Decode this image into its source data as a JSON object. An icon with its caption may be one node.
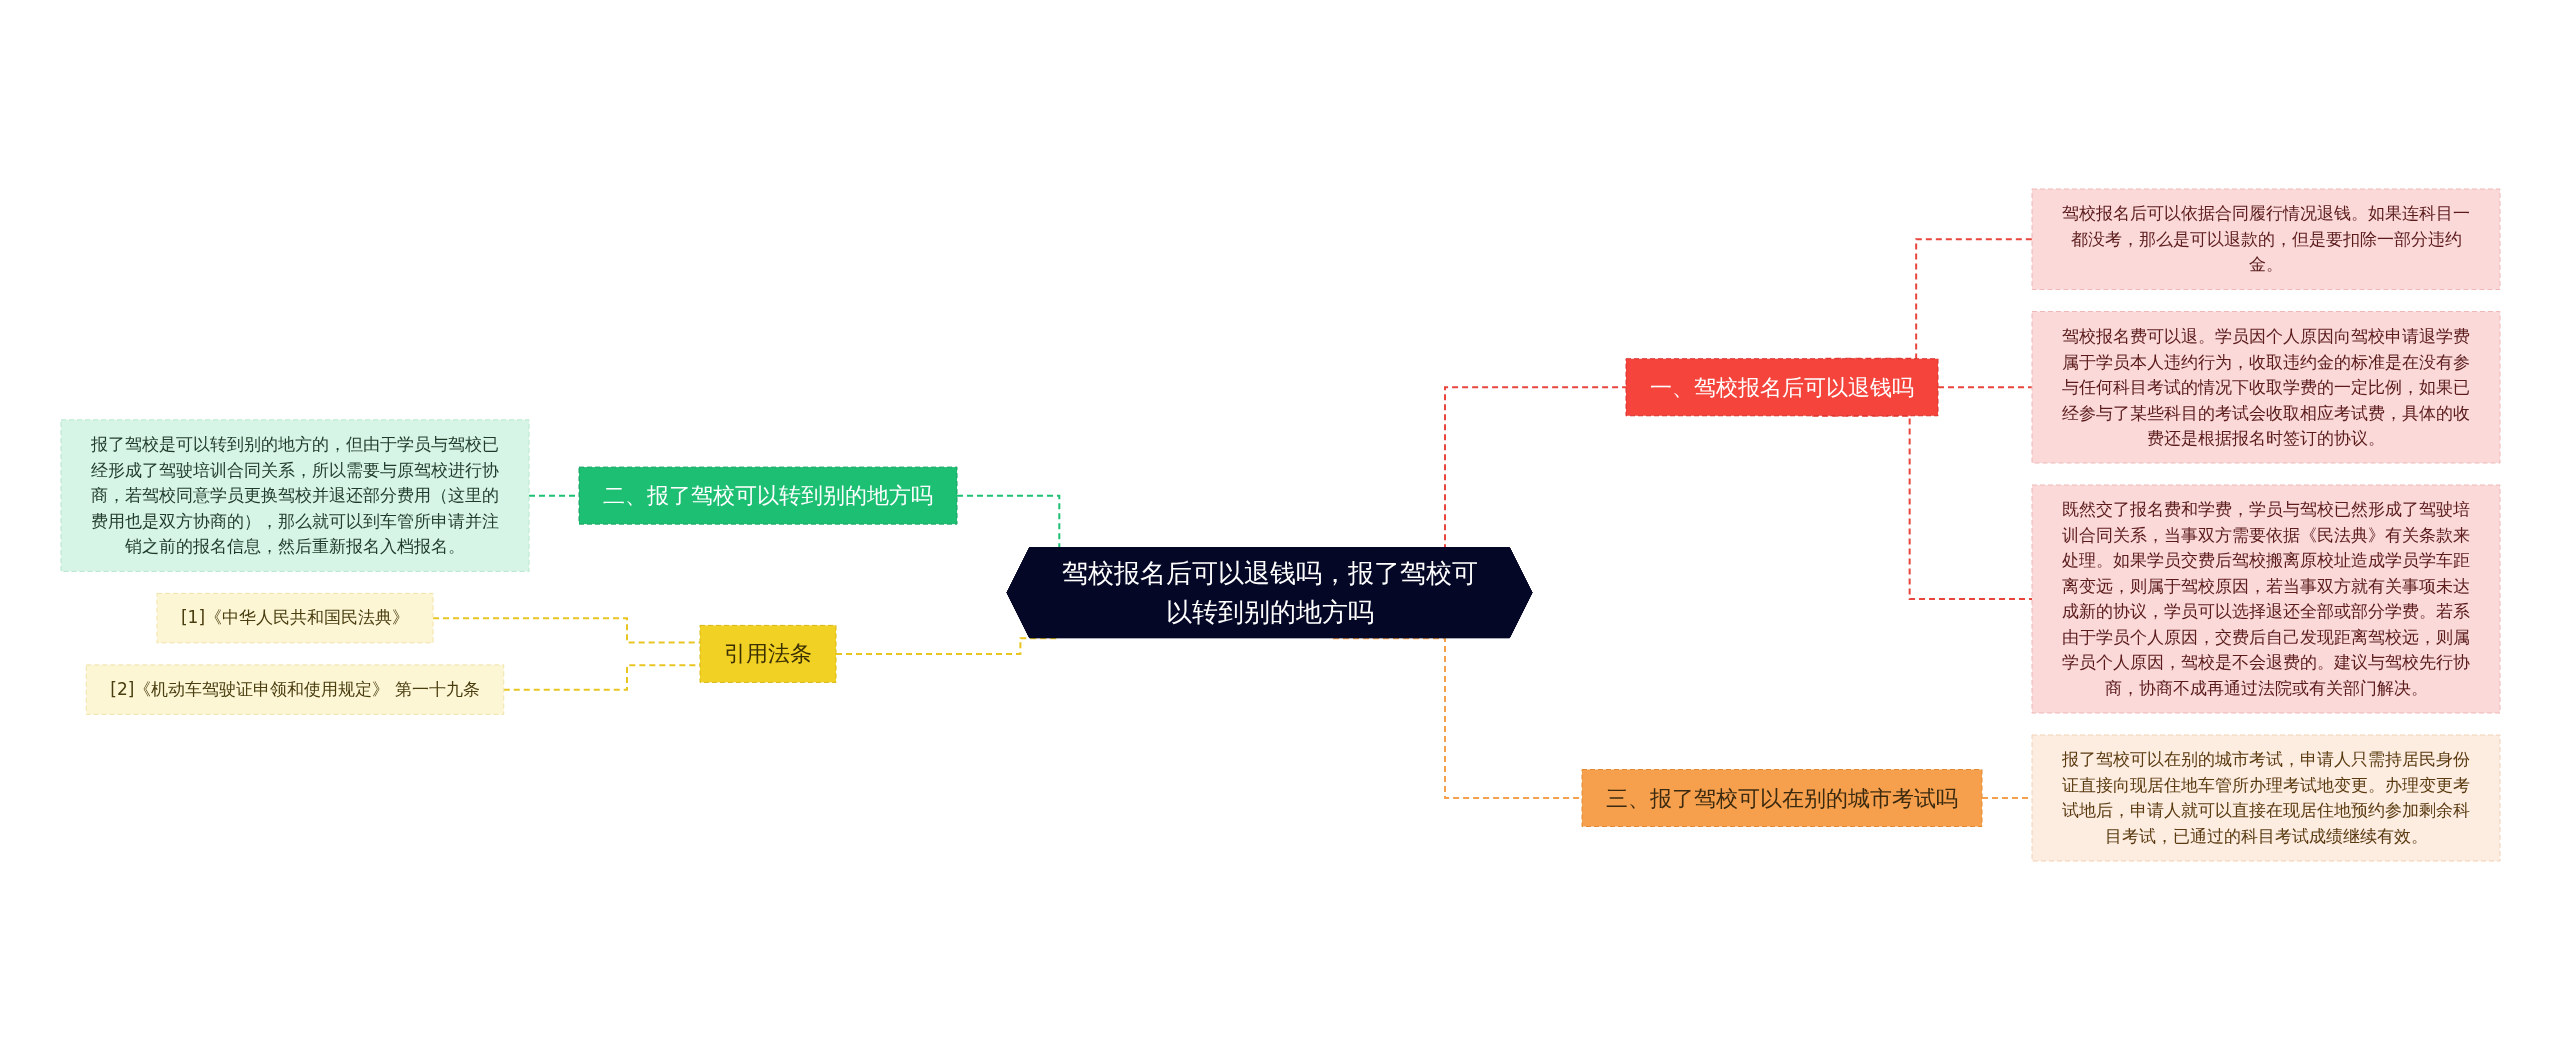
{
  "diagram": {
    "nodes": [
      {
        "text": [
          "驾校报名后可以退钱吗，报了驾校可以转到别的地方吗"
        ]
      },
      {
        "text": [
          "一、驾校报名后可以退钱吗"
        ]
      },
      {
        "text": [
          "驾校报名后可以依据合同履行情况退钱。如果连科目一都没考，那么是可以退款的，但是要扣除一部分违约金。"
        ]
      },
      {
        "text": [
          "驾校报名费可以退。学员因个人原因向驾校申请退学费属于学员本人违约行为，收取违约金的标准是在没有参与任何科目考试的情况下收取学费的一定比例，如果已经参与了某些科目的考试会收取相应考试费，具体的收费还是根据报名时签订的协议。"
        ]
      },
      {
        "text": [
          "既然交了报名费和学费，学员与驾校已然形成了驾驶培训合同关系，当事双方需要依据《民法典》有关条款来处理。如果学员交费后驾校搬离原校址造成学员学车距离变远，则属于驾校原因，若当事双方就有关事项未达成新的协议，学员可以选择退还全部或部分学费。若系由于学员个人原因，交费后自己发现距离驾校远，则属学员个人原因，驾校是不会退费的。建议与驾校先行协商，协商不成再通过法院或有关部门解决。"
        ]
      },
      {
        "text": [
          "三、报了驾校可以在别的城市考试吗"
        ]
      },
      {
        "text": [
          "报了驾校可以在别的城市考试，申请人只需持居民身份证直接向现居住地车管所办理考试地变更。办理变更考试地后，申请人就可以直接在现居住地预约参加剩余科目考试，已通过的科目考试成绩继续有效。"
        ]
      },
      {
        "text": [
          "二、报了驾校可以转到别的地方吗"
        ]
      },
      {
        "text": [
          "报了驾校是可以转到别的地方的，但由于学员与驾校已经形成了驾驶培训合同关系，所以需要与原驾校进行协商，若驾校同意学员更换驾校并退还部分费用（这里的费用也是双方协商的），那么就可以到车管所申请并注销之前的报名信息，然后重新报名入档报名。"
        ]
      },
      {
        "text": [
          "引用法条"
        ]
      },
      {
        "text": [
          "[1]《中华人民共和国民法典》"
        ]
      },
      {
        "text": [
          "[2]《机动车驾驶证申领和使用规定》 第一十九条"
        ]
      }
    ],
    "edges": [
      {
        "from": 0,
        "to": 1,
        "arrow": "none",
        "style": "dashed",
        "color": "#e8453c"
      },
      {
        "from": 1,
        "to": 2,
        "arrow": "none",
        "style": "dashed",
        "color": "#e8453c"
      },
      {
        "from": 1,
        "to": 3,
        "arrow": "none",
        "style": "dashed",
        "color": "#e8453c"
      },
      {
        "from": 1,
        "to": 4,
        "arrow": "none",
        "style": "dashed",
        "color": "#e8453c"
      },
      {
        "from": 0,
        "to": 5,
        "arrow": "none",
        "style": "dashed",
        "color": "#f5a04c"
      },
      {
        "from": 5,
        "to": 6,
        "arrow": "none",
        "style": "dashed",
        "color": "#f5a04c"
      },
      {
        "from": 0,
        "to": 7,
        "arrow": "none",
        "style": "dashed",
        "color": "#1dbf73"
      },
      {
        "from": 7,
        "to": 8,
        "arrow": "none",
        "style": "dashed",
        "color": "#1dbf73"
      },
      {
        "from": 0,
        "to": 9,
        "arrow": "none",
        "style": "dashed",
        "color": "#e8c520"
      },
      {
        "from": 9,
        "to": 10,
        "arrow": "none",
        "style": "dashed",
        "color": "#e8c520"
      },
      {
        "from": 9,
        "to": 11,
        "arrow": "none",
        "style": "dashed",
        "color": "#e8c520"
      }
    ]
  }
}
